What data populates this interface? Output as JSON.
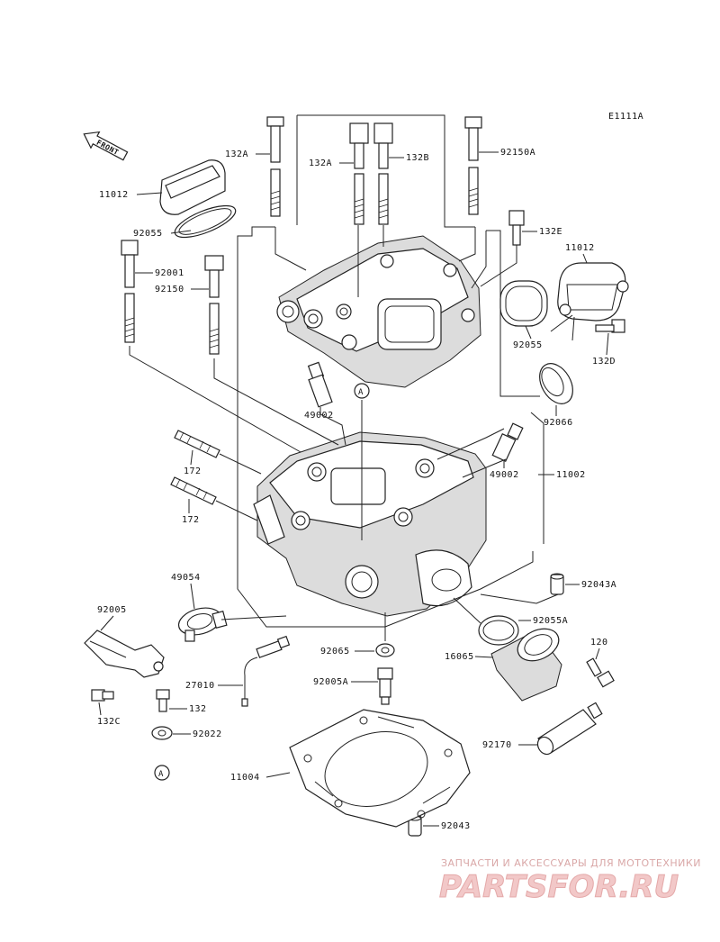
{
  "diagram_code": "E1111A",
  "front_label": "FRONT",
  "callouts": [
    {
      "id": "c-132a-1",
      "text": "132A"
    },
    {
      "id": "c-132a-2",
      "text": "132A"
    },
    {
      "id": "c-132b",
      "text": "132B"
    },
    {
      "id": "c-92150a",
      "text": "92150A"
    },
    {
      "id": "c-11012-1",
      "text": "11012"
    },
    {
      "id": "c-92055-1",
      "text": "92055"
    },
    {
      "id": "c-132e",
      "text": "132E"
    },
    {
      "id": "c-11012-2",
      "text": "11012"
    },
    {
      "id": "c-92001",
      "text": "92001"
    },
    {
      "id": "c-92150",
      "text": "92150"
    },
    {
      "id": "c-92055-2",
      "text": "92055"
    },
    {
      "id": "c-132d",
      "text": "132D"
    },
    {
      "id": "c-49002-1",
      "text": "49002"
    },
    {
      "id": "c-92066",
      "text": "92066"
    },
    {
      "id": "c-172-1",
      "text": "172"
    },
    {
      "id": "c-49002-2",
      "text": "49002"
    },
    {
      "id": "c-11002",
      "text": "11002"
    },
    {
      "id": "c-172-2",
      "text": "172"
    },
    {
      "id": "c-49054",
      "text": "49054"
    },
    {
      "id": "c-92043a",
      "text": "92043A"
    },
    {
      "id": "c-92005",
      "text": "92005"
    },
    {
      "id": "c-92055a",
      "text": "92055A"
    },
    {
      "id": "c-92065",
      "text": "92065"
    },
    {
      "id": "c-120",
      "text": "120"
    },
    {
      "id": "c-16065",
      "text": "16065"
    },
    {
      "id": "c-27010",
      "text": "27010"
    },
    {
      "id": "c-92005a",
      "text": "92005A"
    },
    {
      "id": "c-132",
      "text": "132"
    },
    {
      "id": "c-132c",
      "text": "132C"
    },
    {
      "id": "c-92022",
      "text": "92022"
    },
    {
      "id": "c-92170",
      "text": "92170"
    },
    {
      "id": "c-11004",
      "text": "11004"
    },
    {
      "id": "c-92043",
      "text": "92043"
    }
  ],
  "reference_marks": [
    "A",
    "A"
  ],
  "watermark": {
    "tagline": "ЗАПЧАСТИ И АКСЕССУАРЫ ДЛЯ МОТОТЕХНИКИ",
    "brand": "PARTSFOR.RU"
  }
}
